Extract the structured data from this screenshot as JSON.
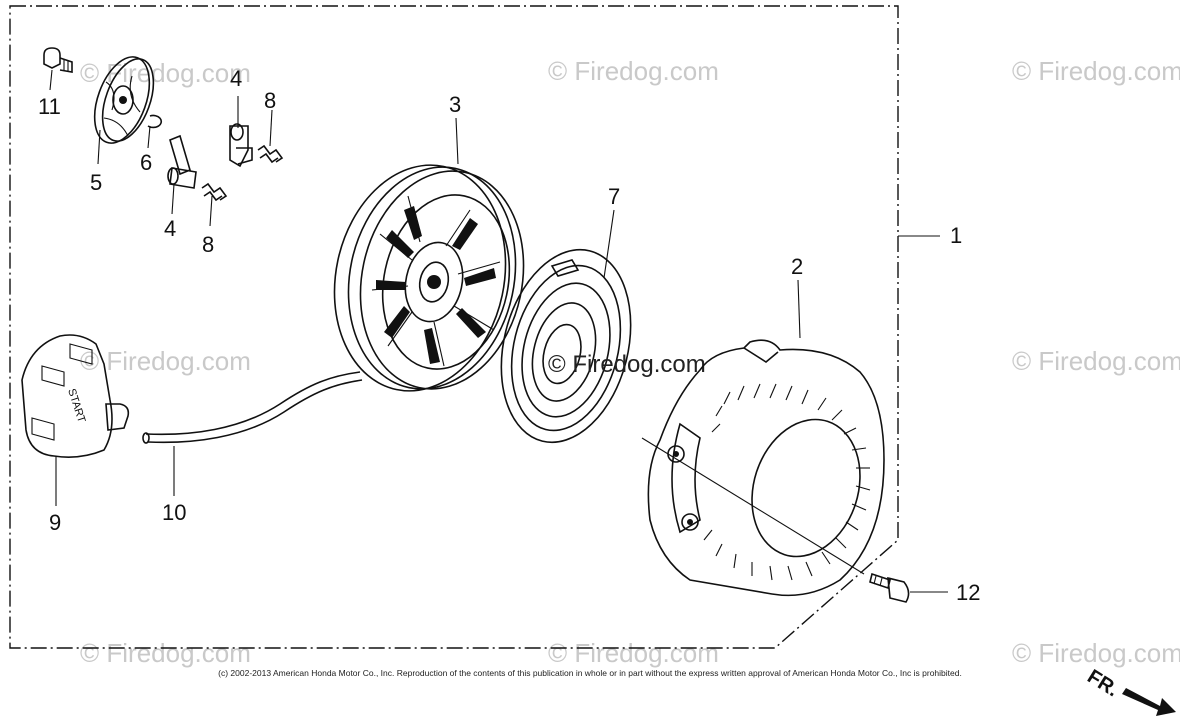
{
  "watermark": "© Firedog.com",
  "inline_watermark": "© Firedog.com",
  "copyright": "(c) 2002-2013 American Honda Motor Co., Inc. Reproduction of the contents of this publication in whole or in part without the express written approval of American Honda Motor Co., Inc is prohibited.",
  "handle_text": "START",
  "direction_label": "FR.",
  "callouts": {
    "c1": "1",
    "c2": "2",
    "c3": "3",
    "c4a": "4",
    "c4b": "4",
    "c5": "5",
    "c6": "6",
    "c7": "7",
    "c8a": "8",
    "c8b": "8",
    "c9": "9",
    "c10": "10",
    "c11": "11",
    "c12": "12"
  }
}
